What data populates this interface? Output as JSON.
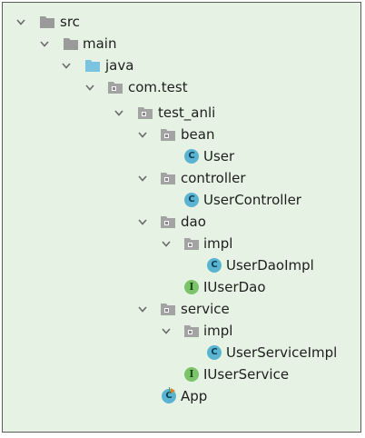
{
  "project_tree": {
    "src": "src",
    "main": "main",
    "java": "java",
    "com_test": "com.test",
    "test_anli": "test_anli",
    "bean": "bean",
    "user": "User",
    "controller": "controller",
    "user_controller": "UserController",
    "dao": "dao",
    "dao_impl": "impl",
    "user_dao_impl": "UserDaoImpl",
    "iuser_dao": "IUserDao",
    "service": "service",
    "service_impl": "impl",
    "user_service_impl": "UserServiceImpl",
    "iuser_service": "IUserService",
    "app": "App"
  },
  "icons": {
    "expanded": "chevron-down-icon",
    "folder": "folder-icon",
    "source_folder": "source-folder-icon",
    "package": "package-icon",
    "class": "class-icon",
    "interface": "interface-icon",
    "main_class": "runnable-class-icon"
  },
  "colors": {
    "panel_background": "#e6f3e4",
    "folder_gray": "#9a9a9a",
    "source_folder_blue": "#7ac4e2",
    "class_blue": "#5ab3d1",
    "interface_green": "#7bc36b"
  }
}
